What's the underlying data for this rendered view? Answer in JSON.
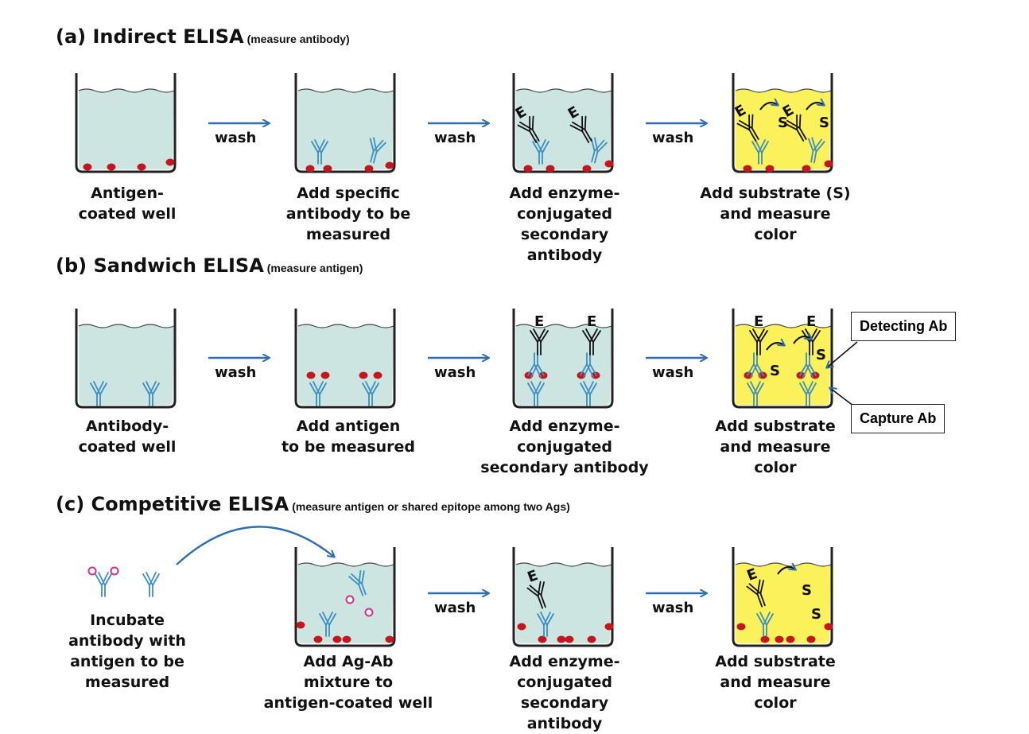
{
  "sections": {
    "a": {
      "title": "(a) Indirect ELISA",
      "subtitle": "(measure antibody)",
      "steps": [
        "Antigen-\ncoated well",
        "Add specific\nantibody to be\nmeasured",
        "Add enzyme-\nconjugated\nsecondary\nantibody",
        "Add substrate (S)\nand measure\ncolor"
      ]
    },
    "b": {
      "title": "(b) Sandwich ELISA",
      "subtitle": "(measure antigen)",
      "steps": [
        "Antibody-\ncoated well",
        "Add antigen\nto be measured",
        "Add enzyme-\nconjugated\nsecondary antibody",
        "Add substrate\nand measure\ncolor"
      ],
      "labels": {
        "detecting": "Detecting Ab",
        "capture": "Capture Ab"
      }
    },
    "c": {
      "title": "(c) Competitive ELISA",
      "subtitle": "(measure antigen or shared epitope among two Ags)",
      "steps": [
        "Incubate\nantibody with\nantigen to be\nmeasured",
        "Add Ag-Ab\nmixture to\nantigen-coated well",
        "Add enzyme-\nconjugated\nsecondary\nantibody",
        "Add substrate\nand measure\ncolor"
      ]
    }
  },
  "wash_label": "wash",
  "enzyme_label": "E",
  "substrate_label": "S",
  "colors": {
    "well_fluid": "#cde5e1",
    "substrate_fluid": "#fbf15a",
    "antigen": "#c4161c",
    "antibody": "#3a8fc4",
    "arrow": "#2f6eb5",
    "pink_antigen": "#d2318a"
  }
}
